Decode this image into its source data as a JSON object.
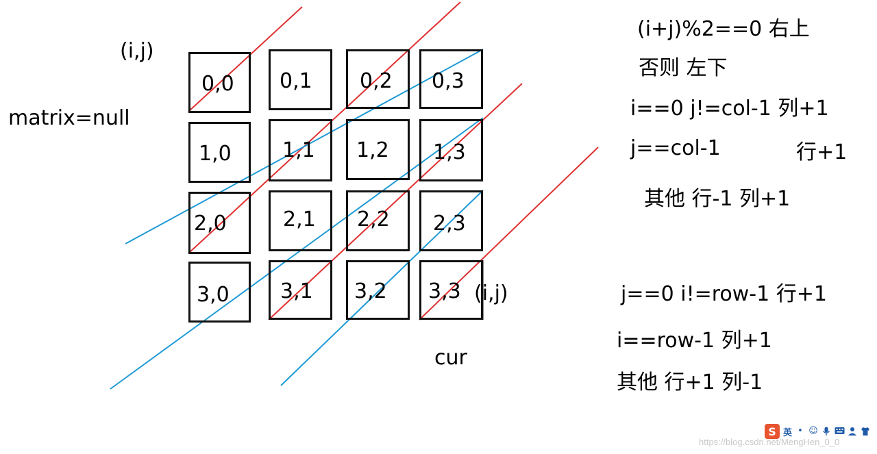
{
  "labels": {
    "ij_top": "(i,j)",
    "matrix": "matrix=null",
    "ij_side": "(i,j)",
    "cur": "cur"
  },
  "rules": [
    "(i+j)%2==0 右上",
    "否则 左下",
    "i==0 j!=col-1  列+1",
    "j==col-1",
    "行+1",
    "其他  行-1 列+1",
    "j==0 i!=row-1 行+1",
    "i==row-1 列+1",
    "其他 行+1 列-1"
  ],
  "grid": {
    "rows": [
      [
        "0,0",
        "0,1",
        "0,2",
        "0,3"
      ],
      [
        "1,0",
        "1,1",
        "1,2",
        "1,3"
      ],
      [
        "2,0",
        "2,1",
        "2,2",
        "2,3"
      ],
      [
        "3,0",
        "3,1",
        "3,2",
        "3,3"
      ]
    ]
  },
  "colors": {
    "red_line": "#e03030",
    "blue_line": "#1e9ad6",
    "box_border": "#111111"
  },
  "watermark": "https://blog.csdn.net/MengHen_0_0",
  "ime_toolbar": {
    "logo": "S",
    "lang": "英",
    "icons": [
      "punctuation-icon",
      "emoji-icon",
      "microphone-icon",
      "keyboard-icon",
      "user-icon",
      "shirt-icon"
    ]
  }
}
